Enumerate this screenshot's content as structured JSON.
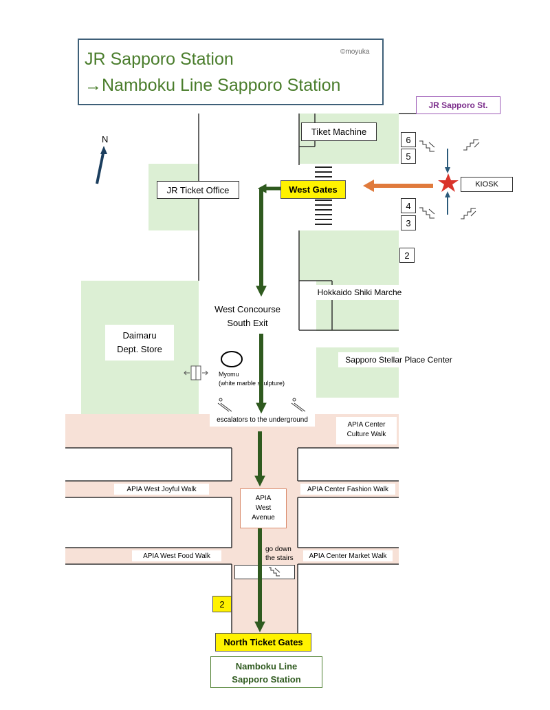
{
  "title": {
    "line1": "JR Sapporo Station",
    "line2": "→Namboku Line Sapporo Station",
    "credit": "©moyuka"
  },
  "compass": {
    "label": "N"
  },
  "labels": {
    "jr_sapporo_st": "JR Sapporo St.",
    "ticket_machine": "Tiket Machine",
    "jr_ticket_office": "JR Ticket Office",
    "west_gates": "West Gates",
    "kiosk": "KIOSK",
    "shiki_marche": "Hokkaido Shiki Marche",
    "concourse_line1": "West Concourse",
    "concourse_line2": "South Exit",
    "daimaru_line1": "Daimaru",
    "daimaru_line2": "Dept. Store",
    "stellar": "Sapporo Stellar Place Center",
    "myomu_line1": "Myomu",
    "myomu_line2": "(white marble sculpture)",
    "escalators": "escalators to the underground",
    "culture_walk_line1": "APIA Center",
    "culture_walk_line2": "Culture Walk",
    "joyful_walk": "APIA  West Joyful Walk",
    "fashion_walk": "APIA  Center Fashion Walk",
    "west_avenue_line1": "APIA",
    "west_avenue_line2": "West",
    "west_avenue_line3": "Avenue",
    "food_walk": "APIA West Food Walk",
    "market_walk": "APIA Center Market Walk",
    "stairs_line1": "go down",
    "stairs_line2": "the stairs",
    "north_gates": "North Ticket Gates",
    "namboku_line1": "Namboku Line",
    "namboku_line2": "Sapporo Station"
  },
  "exits": {
    "e6": "6",
    "e5": "5",
    "e4": "4",
    "e3": "3",
    "e2": "2",
    "e2_underground": "2"
  },
  "colors": {
    "title_green": "#4a7d2c",
    "route_green": "#2f5a1f",
    "jr_purple": "#7b2d8b",
    "kiosk_arrow": "#e07a3c",
    "blue_arrow": "#2b5a7a",
    "star": "#d9342b",
    "yellow": "#fff200"
  },
  "icons": [
    "north-arrow-icon",
    "escalator-icon",
    "stairs-icon",
    "kiosk-star-icon",
    "door-icon",
    "oval-sculpture-icon"
  ]
}
